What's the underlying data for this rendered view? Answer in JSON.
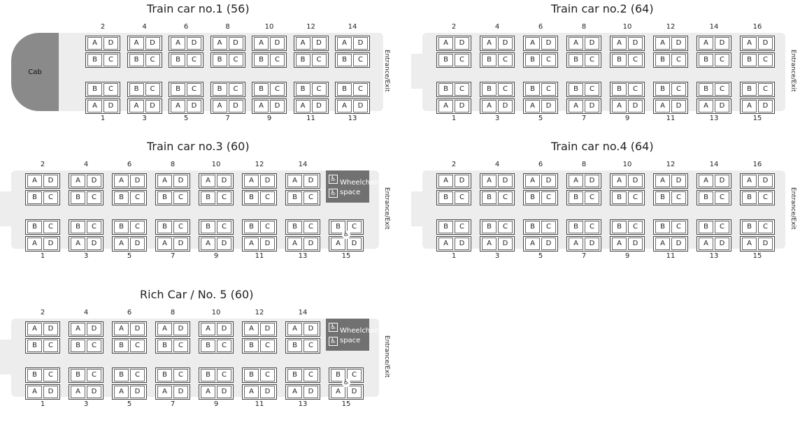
{
  "labels": {
    "entrance": "Entrance/Exit",
    "cab": "Cab",
    "wheelchair_line1": "Wheelchair",
    "wheelchair_line2": "space",
    "wheelchair_icon": "wheelchair-icon",
    "wheelchair_glyph": "♿"
  },
  "colors": {
    "car_body": "#ededed",
    "cab": "#8a8a8a",
    "wheelchair_area": "#717171"
  },
  "cars": [
    {
      "title": "Train car no.1 (56)",
      "has_cab": true,
      "has_wheelchair_space": false,
      "upper_numbers": [
        "2",
        "4",
        "6",
        "8",
        "10",
        "12",
        "14"
      ],
      "lower_numbers": [
        "1",
        "3",
        "5",
        "7",
        "9",
        "11",
        "13"
      ],
      "rows": [
        [
          "A",
          "D"
        ],
        [
          "B",
          "C"
        ],
        [
          "B",
          "C"
        ],
        [
          "A",
          "D"
        ]
      ]
    },
    {
      "title": "Train car no.2 (64)",
      "has_cab": false,
      "has_wheelchair_space": false,
      "upper_numbers": [
        "2",
        "4",
        "6",
        "8",
        "10",
        "12",
        "14",
        "16"
      ],
      "lower_numbers": [
        "1",
        "3",
        "5",
        "7",
        "9",
        "11",
        "13",
        "15"
      ],
      "rows": [
        [
          "A",
          "D"
        ],
        [
          "B",
          "C"
        ],
        [
          "B",
          "C"
        ],
        [
          "A",
          "D"
        ]
      ]
    },
    {
      "title": "Train car no.3 (60)",
      "has_cab": false,
      "has_wheelchair_space": true,
      "upper_numbers": [
        "2",
        "4",
        "6",
        "8",
        "10",
        "12",
        "14"
      ],
      "lower_numbers": [
        "1",
        "3",
        "5",
        "7",
        "9",
        "11",
        "13",
        "15"
      ],
      "rows": [
        [
          "A",
          "D"
        ],
        [
          "B",
          "C"
        ],
        [
          "B",
          "C"
        ],
        [
          "A",
          "D"
        ]
      ]
    },
    {
      "title": "Train car no.4 (64)",
      "has_cab": false,
      "has_wheelchair_space": false,
      "upper_numbers": [
        "2",
        "4",
        "6",
        "8",
        "10",
        "12",
        "14",
        "16"
      ],
      "lower_numbers": [
        "1",
        "3",
        "5",
        "7",
        "9",
        "11",
        "13",
        "15"
      ],
      "rows": [
        [
          "A",
          "D"
        ],
        [
          "B",
          "C"
        ],
        [
          "B",
          "C"
        ],
        [
          "A",
          "D"
        ]
      ]
    },
    {
      "title": "Rich Car / No. 5 (60)",
      "has_cab": false,
      "has_wheelchair_space": true,
      "upper_numbers": [
        "2",
        "4",
        "6",
        "8",
        "10",
        "12",
        "14"
      ],
      "lower_numbers": [
        "1",
        "3",
        "5",
        "7",
        "9",
        "11",
        "13",
        "15"
      ],
      "rows": [
        [
          "A",
          "D"
        ],
        [
          "B",
          "C"
        ],
        [
          "B",
          "C"
        ],
        [
          "A",
          "D"
        ]
      ]
    }
  ]
}
